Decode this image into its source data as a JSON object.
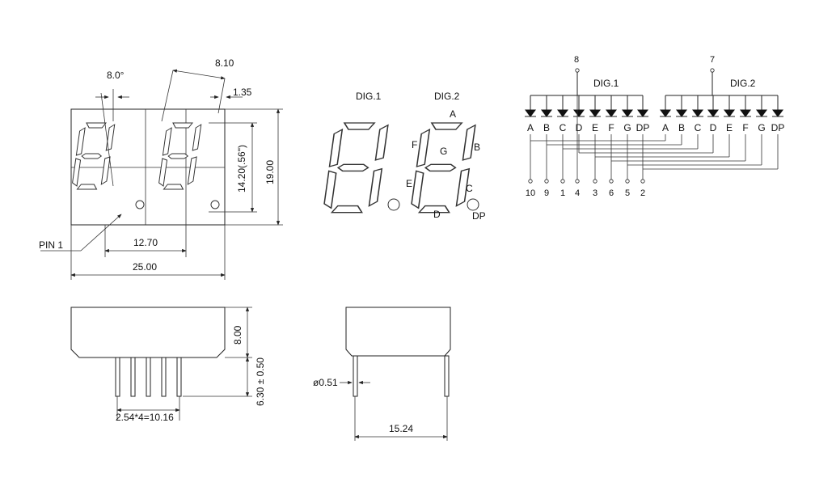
{
  "front_view": {
    "angle_label": "8.0°",
    "digit_width_label": "8.10",
    "seg_width_label": "1.35",
    "digit_height_label": "14.20(.56\")",
    "height_label": "19.00",
    "digit_pitch_label": "12.70",
    "width_label": "25.00",
    "pin1_label": "PIN 1"
  },
  "segment_view": {
    "dig1_label": "DIG.1",
    "dig2_label": "DIG.2",
    "segments": {
      "a": "A",
      "b": "B",
      "c": "C",
      "d": "D",
      "e": "E",
      "f": "F",
      "g": "G",
      "dp": "DP"
    }
  },
  "side_view": {
    "body_height_label": "8.00",
    "pin_length_label": "6.30 ± 0.50",
    "pin_spacing_label": "2.54*4=10.16"
  },
  "end_view": {
    "pin_diameter_label": "ø0.51",
    "row_spacing_label": "15.24"
  },
  "schematic": {
    "dig1_label": "DIG.1",
    "dig2_label": "DIG.2",
    "common1_pin": "8",
    "common2_pin": "7",
    "segment_labels": [
      "A",
      "B",
      "C",
      "D",
      "E",
      "F",
      "G",
      "DP"
    ],
    "pin_numbers": [
      "10",
      "9",
      "1",
      "4",
      "3",
      "6",
      "5",
      "2"
    ]
  }
}
